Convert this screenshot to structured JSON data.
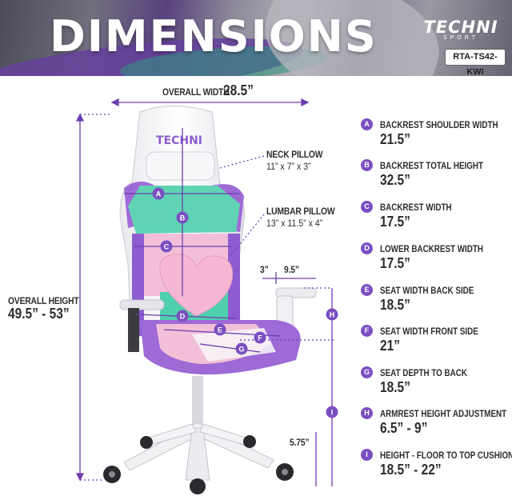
{
  "header": {
    "title": "DIMENSIONS",
    "brand_logo": "TECHNI",
    "brand_sub": "SPORT",
    "model": "RTA-TS42-KWI"
  },
  "chair_logo": "TECHNI",
  "overall_width": {
    "label": "OVERALL WIDTH",
    "value": "28.5”"
  },
  "overall_height": {
    "label": "OVERALL HEIGHT",
    "value": "49.5” - 53”"
  },
  "neck_pillow": {
    "label": "NECK PILLOW",
    "value": "11” x 7” x 3”"
  },
  "lumbar_pillow": {
    "label": "LUMBAR PILLOW",
    "value": "13” x 11.5” x 4”"
  },
  "armrest_dims": {
    "left": "3”",
    "right": "9.5”"
  },
  "base_height": "5.75”",
  "markers": [
    "A",
    "B",
    "C",
    "D",
    "E",
    "F",
    "G",
    "H",
    "I"
  ],
  "specs": [
    {
      "letter": "A",
      "label": "BACKREST SHOULDER WIDTH",
      "value": "21.5”"
    },
    {
      "letter": "B",
      "label": "BACKREST TOTAL HEIGHT",
      "value": "32.5”"
    },
    {
      "letter": "C",
      "label": "BACKREST WIDTH",
      "value": "17.5”"
    },
    {
      "letter": "D",
      "label": "LOWER BACKREST WIDTH",
      "value": "17.5”"
    },
    {
      "letter": "E",
      "label": "SEAT WIDTH BACK SIDE",
      "value": "18.5”"
    },
    {
      "letter": "F",
      "label": "SEAT WIDTH FRONT SIDE",
      "value": "21”"
    },
    {
      "letter": "G",
      "label": "SEAT DEPTH TO BACK",
      "value": "18.5”"
    },
    {
      "letter": "H",
      "label": "ARMREST HEIGHT ADJUSTMENT",
      "value": "6.5” - 9”"
    },
    {
      "letter": "I",
      "label": "HEIGHT - FLOOR TO TOP CUSHION",
      "value": "18.5” - 22”"
    }
  ],
  "colors": {
    "accent_purple": "#7b4fc2",
    "mint": "#5fd3b4",
    "pink": "#f3bfd8",
    "lavender": "#9e6ad6"
  }
}
